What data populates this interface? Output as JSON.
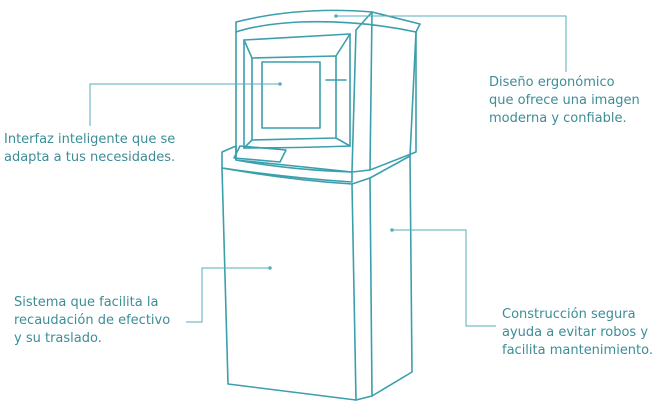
{
  "colors": {
    "line": "#3b9fad",
    "callout": "#5aaebb",
    "text": "#3d8d97"
  },
  "callouts": {
    "interface": [
      "Interfaz inteligente que se",
      "adapta a tus necesidades."
    ],
    "design": [
      "Diseño ergonómico",
      "que ofrece una imagen",
      "moderna y confiable."
    ],
    "collection": [
      "Sistema que facilita la",
      "recaudación de efectivo",
      "y su traslado."
    ],
    "construction": [
      "Construcción segura",
      "ayuda a evitar robos y",
      "facilita mantenimiento."
    ]
  }
}
